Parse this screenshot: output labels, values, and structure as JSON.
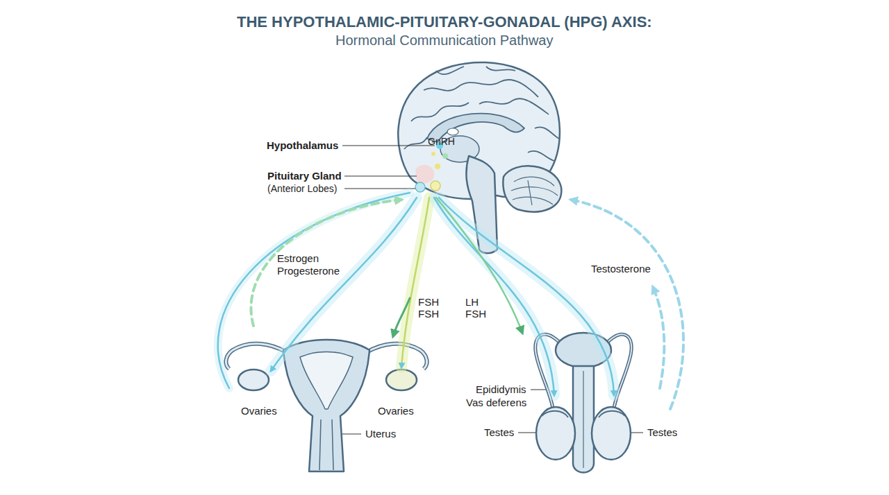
{
  "diagram": {
    "title": "THE HYPOTHALAMIC-PITUITARY-GONADAL (HPG) AXIS:",
    "labels": [
      "Hormonal Communication Pathway",
      "Hypothalamus",
      "GnRH",
      "Pituitary Gland",
      "(Anterior Lobes)",
      "Estrogen",
      "Progesterone",
      "FSH",
      "FSH",
      "LH",
      "FSH",
      "Testosterone",
      "Ovaries",
      "Ovaries",
      "Uterus",
      "Epididymis",
      "Vas deferens",
      "Testes",
      "Testes"
    ]
  }
}
